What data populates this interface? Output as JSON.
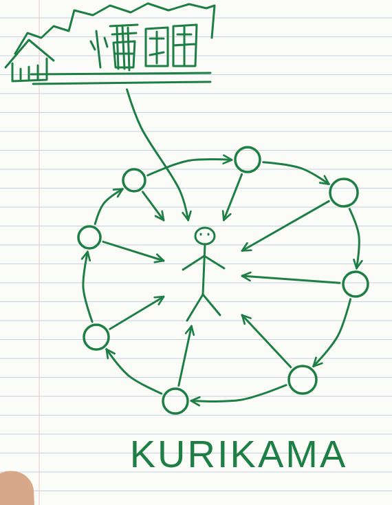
{
  "diagram": {
    "caption": "KURIKAMA",
    "nodes": [
      {
        "text": []
      },
      {
        "text": []
      },
      {
        "text": []
      },
      {
        "text": []
      },
      {
        "text": []
      },
      {
        "text": []
      },
      {
        "text": []
      },
      {
        "text": []
      },
      {
        "text": []
      },
      {
        "text": []
      }
    ],
    "edges": [
      {
        "from": 0,
        "to": 1,
        "arrow": "to"
      },
      {
        "from": 2,
        "to": 1,
        "arrow": "to"
      },
      {
        "from": 3,
        "to": 1,
        "arrow": "to"
      },
      {
        "from": 4,
        "to": 1,
        "arrow": "to"
      },
      {
        "from": 5,
        "to": 1,
        "arrow": "to"
      },
      {
        "from": 6,
        "to": 1,
        "arrow": "to"
      },
      {
        "from": 7,
        "to": 1,
        "arrow": "to"
      },
      {
        "from": 8,
        "to": 1,
        "arrow": "to"
      },
      {
        "from": 9,
        "to": 1,
        "arrow": "to"
      },
      {
        "from": 2,
        "to": 3,
        "arrow": "to"
      },
      {
        "from": 3,
        "to": 4,
        "arrow": "to"
      },
      {
        "from": 4,
        "to": 5,
        "arrow": "to"
      },
      {
        "from": 5,
        "to": 6,
        "arrow": "to"
      },
      {
        "from": 6,
        "to": 7,
        "arrow": "to"
      },
      {
        "from": 7,
        "to": 8,
        "arrow": "to"
      },
      {
        "from": 8,
        "to": 9,
        "arrow": "to"
      },
      {
        "from": 9,
        "to": 2,
        "arrow": "to"
      }
    ]
  }
}
